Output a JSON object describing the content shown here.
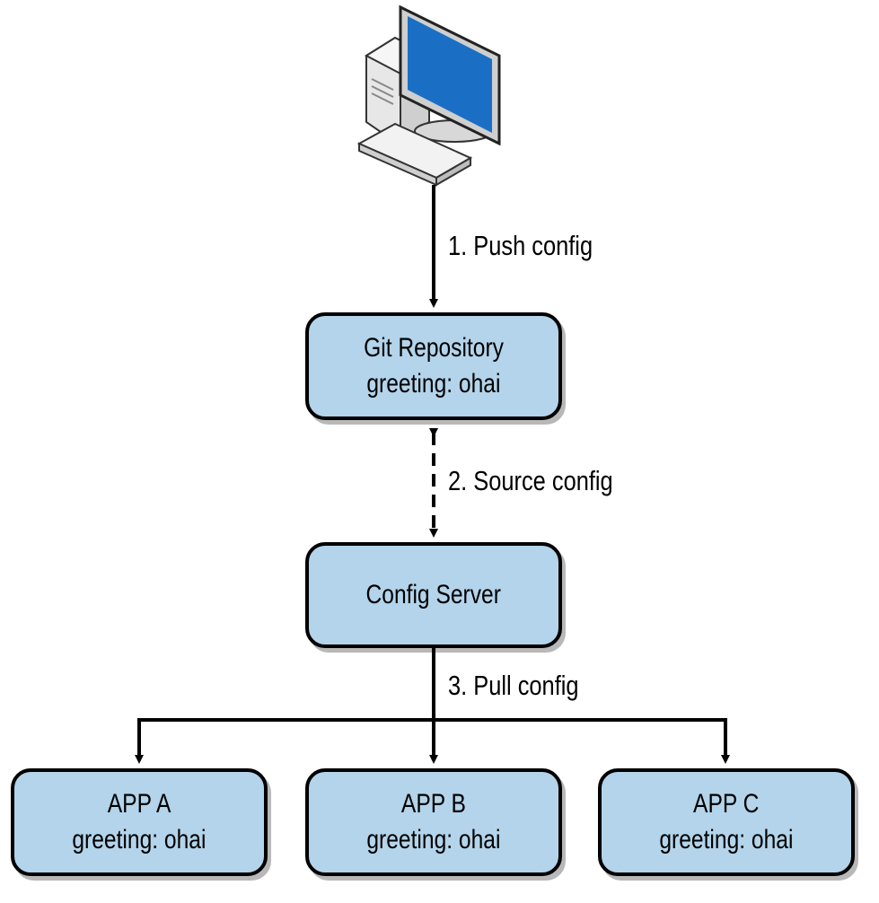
{
  "nodes": {
    "workstation": {
      "icon": "desktop-computer-icon"
    },
    "git_repository": {
      "title": "Git Repository",
      "value": "greeting: ohai"
    },
    "config_server": {
      "title": "Config Server"
    },
    "app_a": {
      "title": "APP A",
      "value": "greeting: ohai"
    },
    "app_b": {
      "title": "APP B",
      "value": "greeting: ohai"
    },
    "app_c": {
      "title": "APP C",
      "value": "greeting: ohai"
    }
  },
  "edges": {
    "push": {
      "label": "1. Push config",
      "style": "solid"
    },
    "source": {
      "label": "2. Source config",
      "style": "dashed",
      "bidirectional": true
    },
    "pull": {
      "label": "3. Pull config",
      "style": "solid"
    }
  },
  "colors": {
    "box_fill": "#b3d4ea",
    "stroke": "#000000",
    "screen": "#1a6fc4"
  }
}
